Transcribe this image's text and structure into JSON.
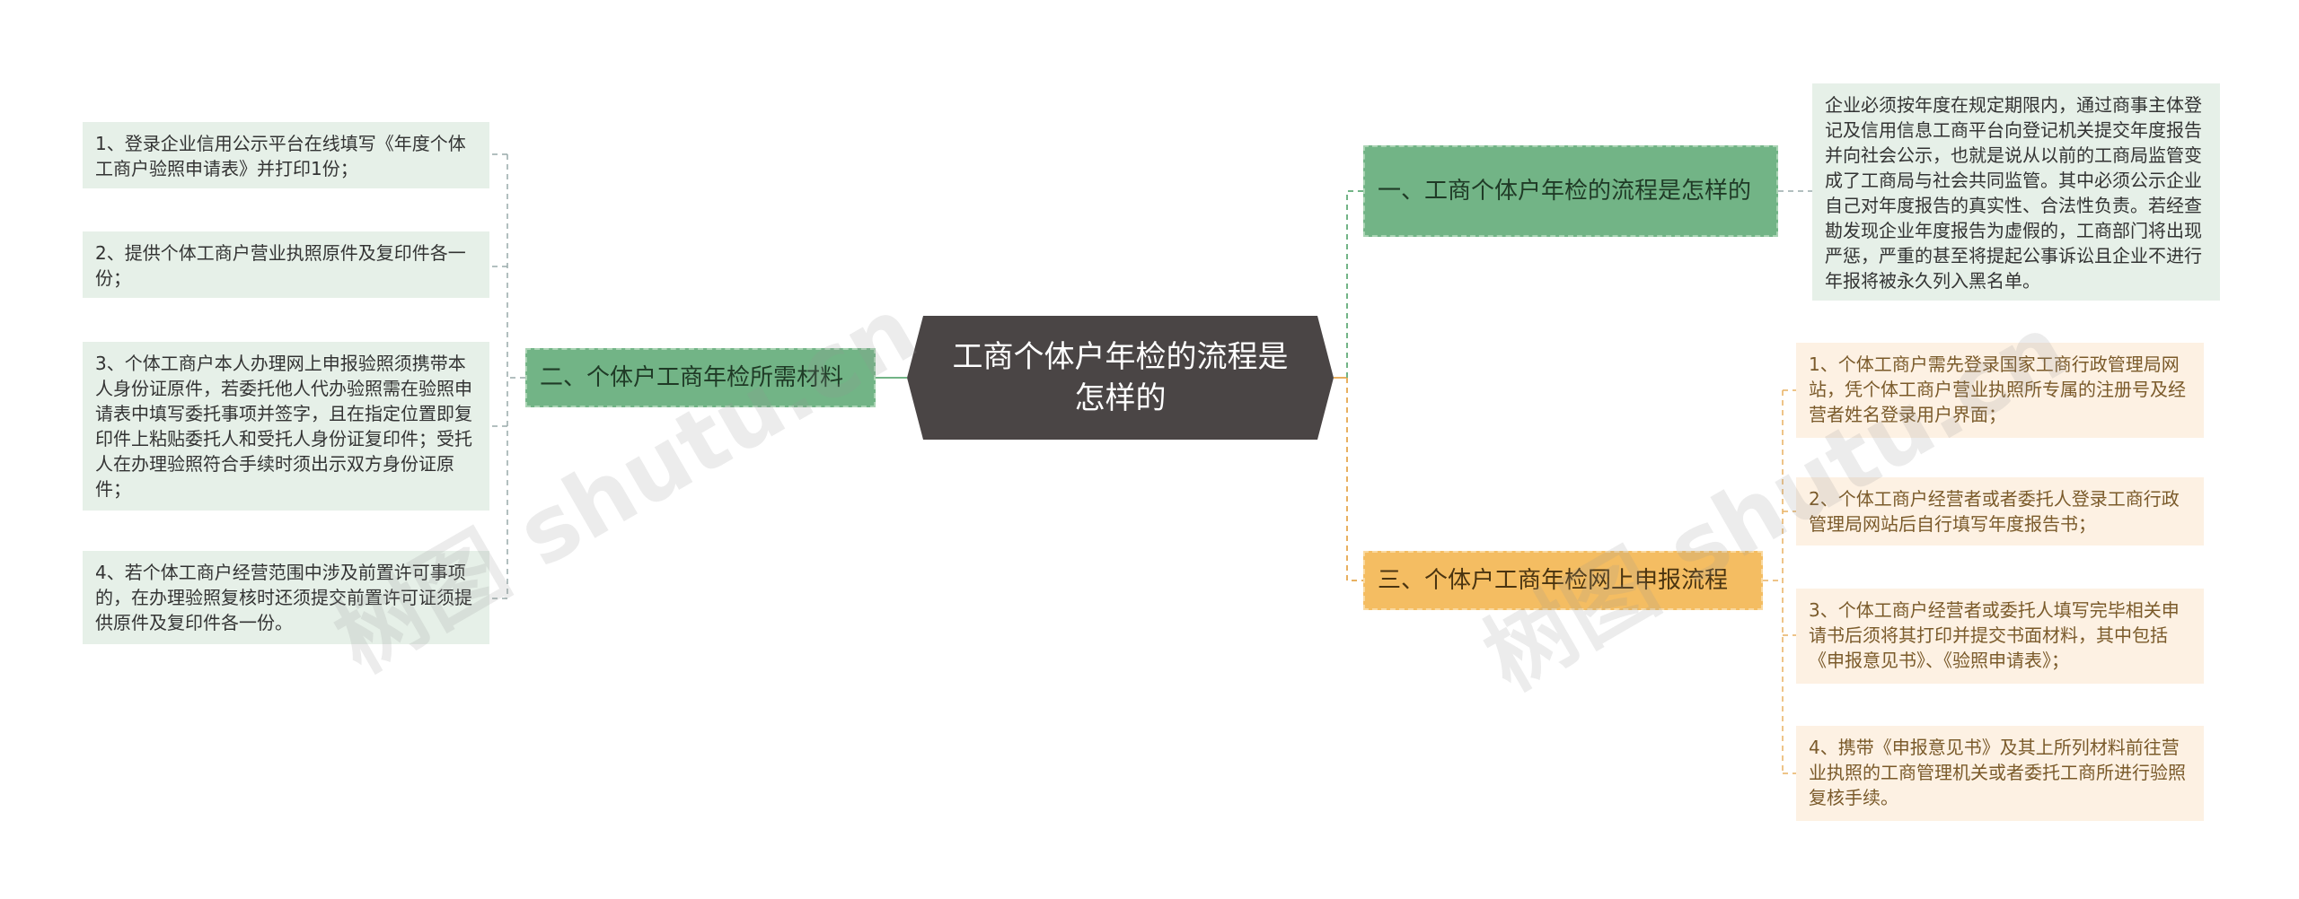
{
  "center": {
    "label": "工商个体户年检的流程是怎样的"
  },
  "left_branch": {
    "label": "二、个体户工商年检所需材料",
    "items": [
      "1、登录企业信用公示平台在线填写《年度个体工商户验照申请表》并打印1份；",
      "2、提供个体工商户营业执照原件及复印件各一份；",
      "3、个体工商户本人办理网上申报验照须携带本人身份证原件，若委托他人代办验照需在验照申请表中填写委托事项并签字，且在指定位置即复印件上粘贴委托人和受托人身份证复印件；受托人在办理验照符合手续时须出示双方身份证原件；",
      "4、若个体工商户经营范围中涉及前置许可事项的，在办理验照复核时还须提交前置许可证须提供原件及复印件各一份。"
    ]
  },
  "right_branch_1": {
    "label": "一、工商个体户年检的流程是怎样的",
    "detail": "企业必须按年度在规定期限内，通过商事主体登记及信用信息工商平台向登记机关提交年度报告并向社会公示，也就是说从以前的工商局监管变成了工商局与社会共同监管。其中必须公示企业自己对年度报告的真实性、合法性负责。若经查勘发现企业年度报告为虚假的，工商部门将出现严惩，严重的甚至将提起公事诉讼且企业不进行年报将被永久列入黑名单。"
  },
  "right_branch_2": {
    "label": "三、个体户工商年检网上申报流程",
    "items": [
      "1、个体工商户需先登录国家工商行政管理局网站，凭个体工商户营业执照所专属的注册号及经营者姓名登录用户界面；",
      "2、个体工商户经营者或者委托人登录工商行政管理局网站后自行填写年度报告书；",
      "3、个体工商户经营者或委托人填写完毕相关申请书后须将其打印并提交书面材料，其中包括《申报意见书》、《验照申请表》；",
      "4、携带《申报意见书》及其上所列材料前往营业执照的工商管理机关或者委托工商所进行验照复核手续。"
    ]
  },
  "watermarks": [
    "树图 shutu.cn",
    "树图 shutu.cn"
  ],
  "colors": {
    "green_branch": "#72b486",
    "orange_branch": "#f4bd62",
    "center_bg": "#4a4545",
    "green_leaf": "#e6f0e8",
    "orange_leaf": "#fdf1e3"
  }
}
